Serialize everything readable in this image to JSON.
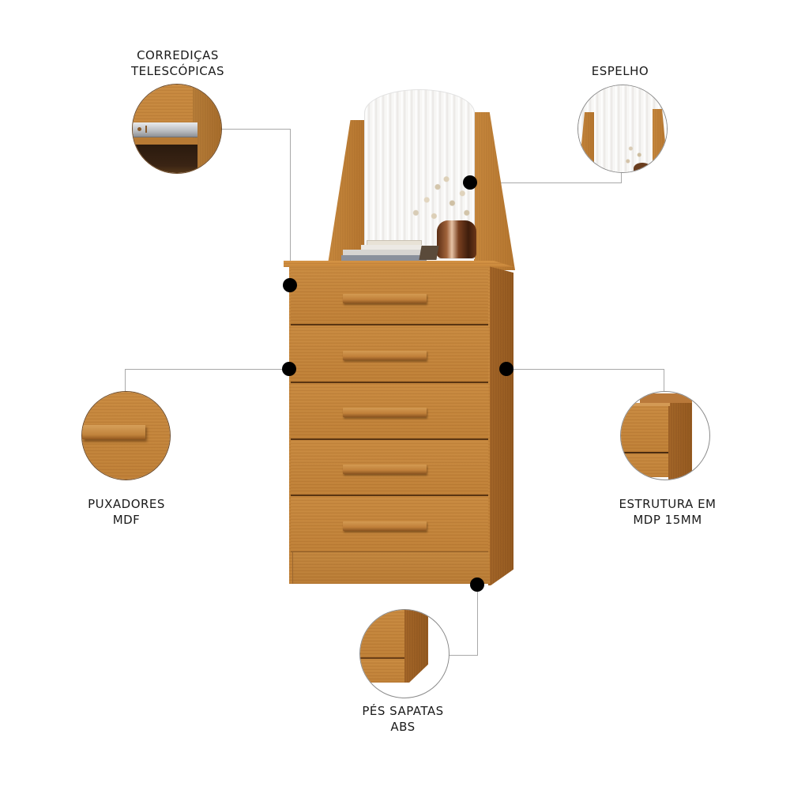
{
  "features": [
    {
      "id": "slides",
      "lines": [
        "CORREDIÇAS",
        "TELESCÓPICAS"
      ],
      "detail": "telescopic drawer slide close-up"
    },
    {
      "id": "mirror",
      "lines": [
        "ESPELHO"
      ],
      "detail": "mirror close-up"
    },
    {
      "id": "handles",
      "lines": [
        "PUXADORES",
        "MDF"
      ],
      "detail": "MDF handle close-up"
    },
    {
      "id": "structure",
      "lines": [
        "ESTRUTURA EM",
        "MDP 15MM"
      ],
      "detail": "MDP structure corner close-up"
    },
    {
      "id": "feet",
      "lines": [
        "PÉS SAPATAS",
        "ABS"
      ],
      "detail": "ABS shoe feet close-up"
    }
  ],
  "product": {
    "type": "chest of drawers with mirror",
    "drawer_count": 5,
    "colors": {
      "wood": "#c4843b",
      "wood_side": "#a6682a",
      "drawer_gap": "#5a3512",
      "dot": "#000000",
      "leader_line": "#a9a9a9"
    }
  }
}
